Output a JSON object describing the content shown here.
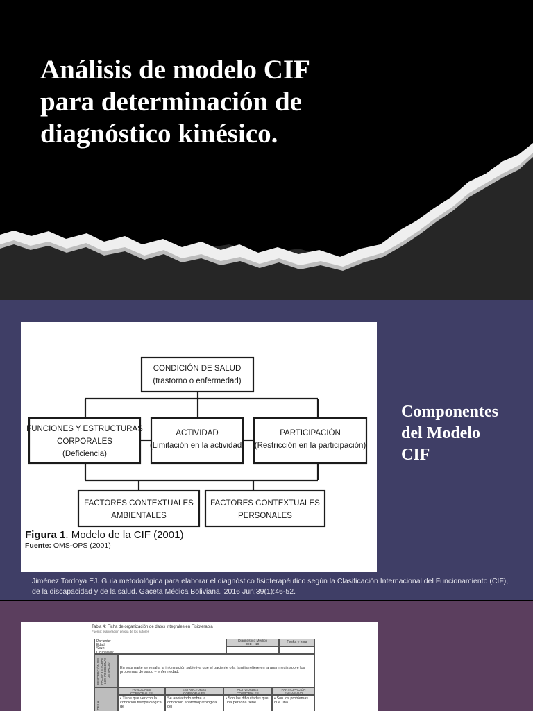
{
  "slide1": {
    "title": "Análisis de modelo CIF\npara determinación de\ndiagnóstico kinésico."
  },
  "slide2": {
    "heading": "Componentes\ndel Modelo\nCIF",
    "figure": {
      "health_condition": {
        "line1": "CONDICIÓN DE SALUD",
        "line2": "(trastorno o enfermedad)"
      },
      "body_functions": {
        "line1": "FUNCIONES Y ESTRUCTURAS",
        "line2": "CORPORALES",
        "line3": "(Deficiencia)"
      },
      "activity": {
        "line1": "ACTIVIDAD",
        "line2": "(Limitación en la actividad)"
      },
      "participation": {
        "line1": "PARTICIPACIÓN",
        "line2": "(Restricción en la participación)"
      },
      "env_factors": {
        "line1": "FACTORES CONTEXTUALES",
        "line2": "AMBIENTALES"
      },
      "personal_factors": {
        "line1": "FACTORES CONTEXTUALES",
        "line2": "PERSONALES"
      },
      "caption_label": "Figura 1",
      "caption_text": ". Modelo de la CIF (2001)",
      "source_label": "Fuente:",
      "source_text": " OMS-OPS (2001)"
    },
    "citation": "Jiménez Tordoya EJ. Guía metodológica para elaborar el diagnóstico fisioterapéutico según la Clasificación Internacional del Funcionamiento (CIF), de la discapacidad y de la salud. Gaceta Médica Boliviana. 2016 Jun;39(1):46-52."
  },
  "slide3": {
    "table_title": "Tabla 4: Ficha de organización de datos integrales en Fisioterapia",
    "table_subtitle": "Fuente: elaboración propia de los autores",
    "patient_fields": "Paciente:\nEdad:\nSexo:\nOcupación:",
    "diag_header": "Diagnóstico Médico\nCIE – 10",
    "date_header": "Fecha y hora",
    "perception_label": "PERCEPCIÓN DEL PACIENTE SOBRE LOS PROBLEMAS DE SALUD",
    "perception_text": "En esta parte se resalta la información subjetiva que el paciente o la familia refiere en la anamnesis sobre los problemas de salud – enfermedad.",
    "col_headers": [
      "FUNCIONES\nCORPORALES",
      "ESTRUCTURAS\nCORPORALES",
      "ACTIVIDADES\nCORPORALES",
      "PARTICIPACIÓN\nEN LAS AVD"
    ],
    "row_label": "CIF DE LA",
    "col_texts": [
      "• Tiene que ver con la condición fisiopatológica de",
      "Se anota todo sobre la condición anatomopatológica del",
      "• Son las dificultades que una persona tiene",
      "• Son los problemas que una"
    ]
  }
}
